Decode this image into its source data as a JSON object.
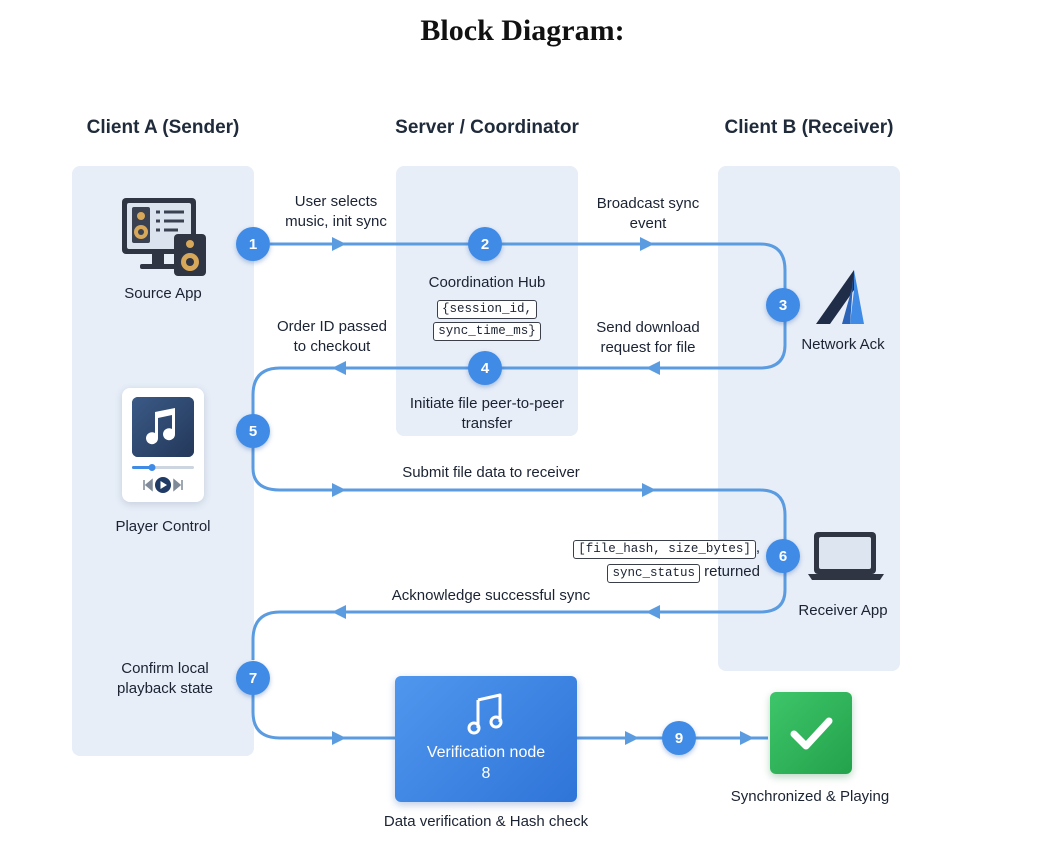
{
  "title": "Block Diagram:",
  "lanes": {
    "client_a": "Client A (Sender)",
    "server": "Server / Coordinator",
    "client_b": "Client B (Receiver)"
  },
  "nodes": {
    "source_app": "Source App",
    "coordination_hub": "Coordination Hub",
    "hub_code_1": "{session_id,",
    "hub_code_2": "sync_time_ms}",
    "network_ack": "Network Ack",
    "player_control": "Player Control",
    "receiver_app": "Receiver App",
    "verification_node": "Verification node",
    "verification_num": "8",
    "verification_caption": "Data verification & Hash check",
    "synced": "Synchronized & Playing"
  },
  "steps": [
    "1",
    "2",
    "3",
    "4",
    "5",
    "6",
    "7",
    "8",
    "9"
  ],
  "edge_labels": {
    "e1_line1": "User selects",
    "e1_line2": "music, init sync",
    "e2_line1": "Broadcast sync",
    "e2_line2": "event",
    "e3_line1": "Send download",
    "e3_line2": "request for file",
    "e4a_line1": "Order ID passed",
    "e4a_line2": "to checkout",
    "e4b_line1": "Initiate file peer-to-peer",
    "e4b_line2": "transfer",
    "e5": "Submit file data to receiver",
    "e6_code1": "[file_hash, size_bytes]",
    "e6_comma": ",",
    "e6_code2": "sync_status",
    "e6_text": "returned",
    "e7": "Acknowledge successful sync",
    "e8_line1": "Confirm local",
    "e8_line2": "playback state"
  },
  "colors": {
    "flow": "#5b9be0",
    "step": "#3f8be6",
    "lane": "#e7eef8",
    "verify": "#3d86e6",
    "check": "#2fb35a"
  },
  "icons": [
    "monitor-speaker-icon",
    "music-note-icon",
    "play-icon",
    "network-ack-logo-icon",
    "laptop-icon",
    "check-icon"
  ]
}
